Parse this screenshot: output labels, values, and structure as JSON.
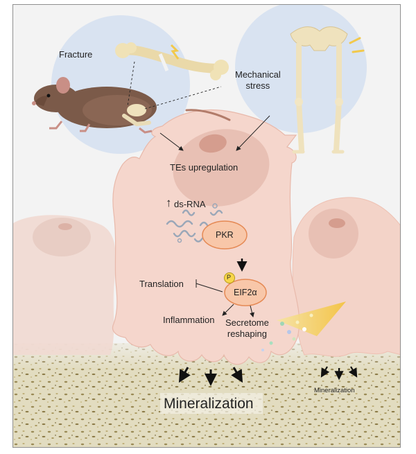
{
  "labels": {
    "fracture": "Fracture",
    "mechanical_stress": "Mechanical\nstress",
    "tes_upregulation": "TEs upregulation",
    "ds_rna_arrow": "↑",
    "ds_rna": "ds-RNA",
    "pkr": "PKR",
    "phospho": "P",
    "eif2a": "EIF2α",
    "translation": "Translation",
    "inflammation": "Inflammation",
    "secretome": "Secretome\nreshaping",
    "mineralization_main": "Mineralization",
    "mineralization_small": "Mineralization"
  },
  "colors": {
    "background": "#f3f3f3",
    "cell": "#f5d6cc",
    "cell_edge": "#e8b9ab",
    "nucleus": "#e8c0b4",
    "nucleolus": "#d59d8e",
    "halo": "#d9e3f1",
    "pkr_fill": "#f8c7a9",
    "pkr_edge": "#e58a55",
    "phospho_fill": "#f7d64a",
    "bone_matrix": "#d8d2a8",
    "rna": "#9aa7b8"
  }
}
